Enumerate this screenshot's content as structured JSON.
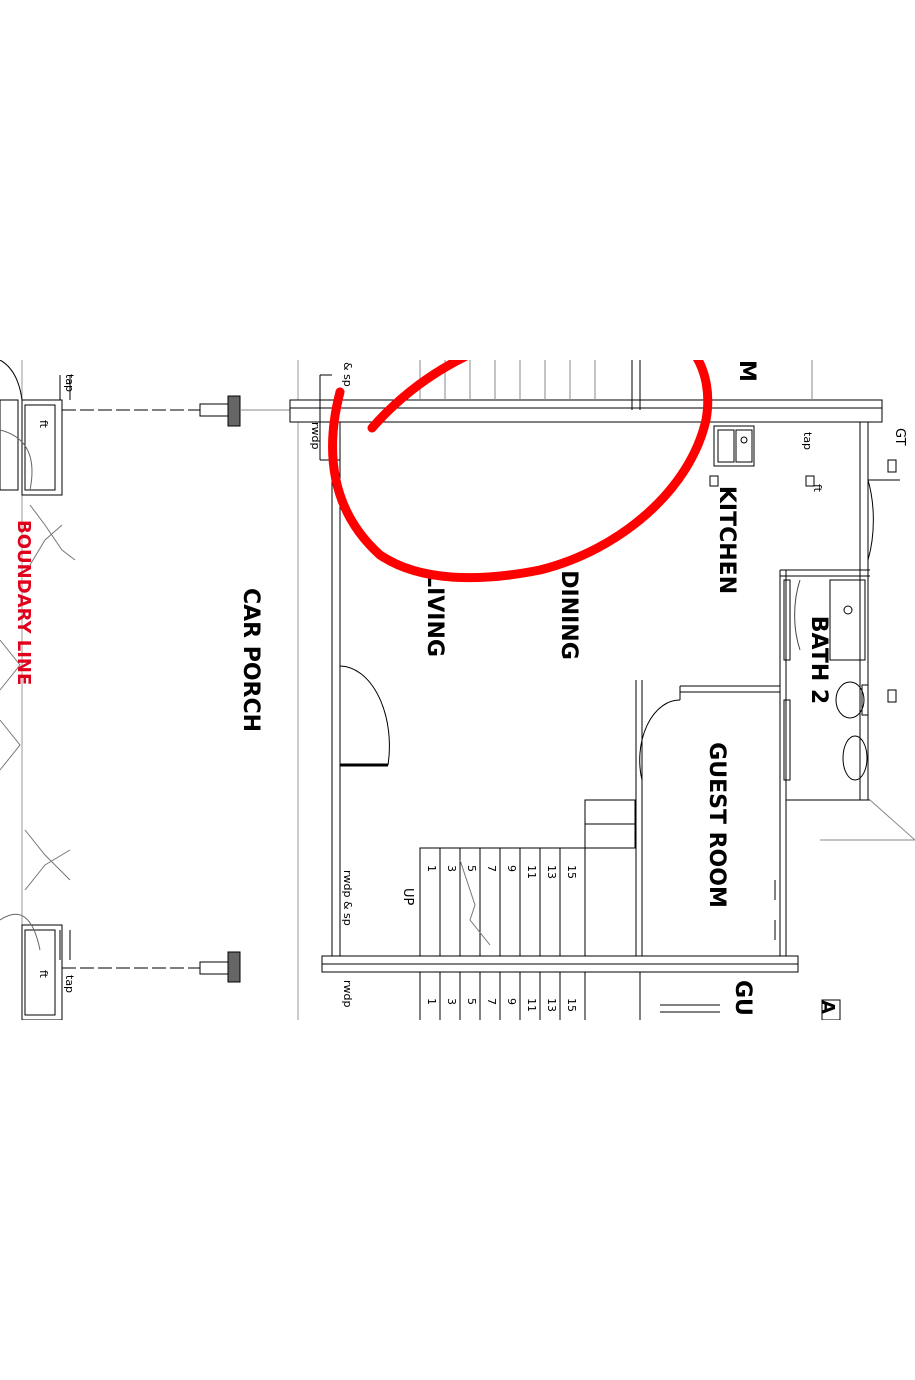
{
  "rooms": {
    "car_porch": "CAR PORCH",
    "living": "LIVING",
    "dining": "DINING",
    "kitchen": "KITCHEN",
    "bath2": "BATH 2",
    "guest_room": "GUEST ROOM",
    "guest_room_partial": "GU",
    "top_partial": "M",
    "right_partial": "A"
  },
  "boundary": {
    "label": "BOUNDARY LINE",
    "color": "#e0001b"
  },
  "notes": {
    "tap": "tap",
    "ft": "ft",
    "rwdp": "rwdp",
    "rwdp_sp": "rwdp & sp",
    "sp_top": "& sp",
    "gt": "GT",
    "up": "UP"
  },
  "stairs": {
    "steps": [
      "1",
      "3",
      "5",
      "7",
      "9",
      "11",
      "13",
      "15"
    ]
  },
  "annotation": {
    "color": "#ff0000"
  }
}
